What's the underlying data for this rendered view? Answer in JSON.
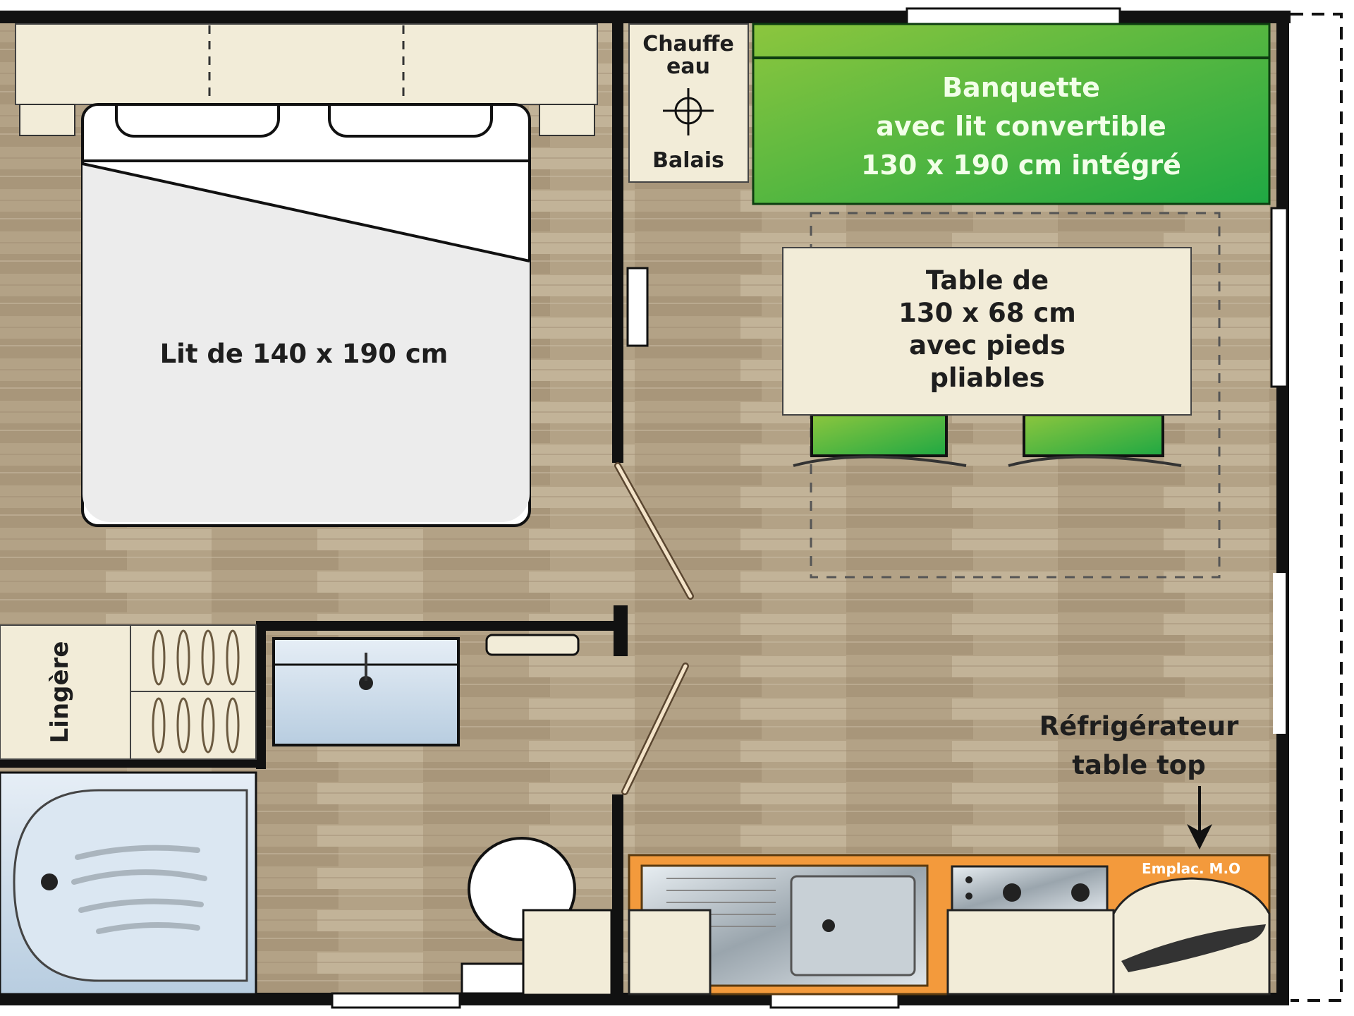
{
  "plan": {
    "bed_label": "Lit de 140 x 190 cm",
    "water_heater": {
      "line1": "Chauffe",
      "line2": "eau",
      "line3": "Balais"
    },
    "banquette": {
      "line1": "Banquette",
      "line2": "avec lit convertible",
      "line3": "130 x 190 cm intégré"
    },
    "table": {
      "line1": "Table de",
      "line2": "130 x 68 cm",
      "line3": "avec pieds",
      "line4": "pliables"
    },
    "linen_label": "Lingère",
    "fridge": {
      "line1": "Réfrigérateur",
      "line2": "table top"
    },
    "microwave_label": "Emplac. M.O"
  },
  "colors": {
    "floor": "#b3a286",
    "wall": "#111111",
    "green": "#5cb83a",
    "orange": "#f39a3c",
    "furniture": "#f2ecd8"
  }
}
